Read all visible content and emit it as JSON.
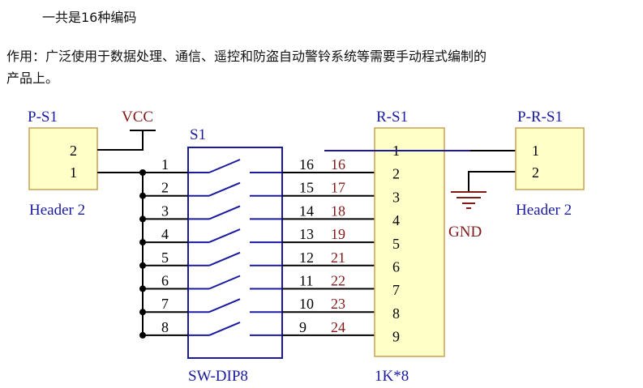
{
  "header": {
    "line1": "一共是16种编码",
    "line2": "作用：广泛使用于数据处理、通信、遥控和防盗自动警铃系统等需要手动程式编制的",
    "line3": "产品上。"
  },
  "diagram": {
    "p_s1": {
      "designator": "P-S1",
      "comment": "Header 2",
      "pins": [
        "2",
        "1"
      ]
    },
    "vcc": "VCC",
    "gnd": "GND",
    "s1": {
      "designator": "S1",
      "comment": "SW-DIP8",
      "left_pins": [
        "1",
        "2",
        "3",
        "4",
        "5",
        "6",
        "7",
        "8"
      ],
      "right_pins": [
        "16",
        "15",
        "14",
        "13",
        "12",
        "11",
        "10",
        "9"
      ]
    },
    "nets": [
      "16",
      "17",
      "18",
      "19",
      "21",
      "22",
      "23",
      "24"
    ],
    "r_s1": {
      "designator": "R-S1",
      "comment": "1K*8",
      "pins": [
        "1",
        "2",
        "3",
        "4",
        "5",
        "6",
        "7",
        "8",
        "9"
      ]
    },
    "p_r_s1": {
      "designator": "P-R-S1",
      "comment": "Header 2",
      "pins": [
        "1",
        "2"
      ]
    },
    "colors": {
      "part_fill": "#ffffc8",
      "part_stroke": "#c8a050",
      "blue": "#1a1aa0",
      "net": "#801818",
      "wire": "#000000"
    }
  }
}
